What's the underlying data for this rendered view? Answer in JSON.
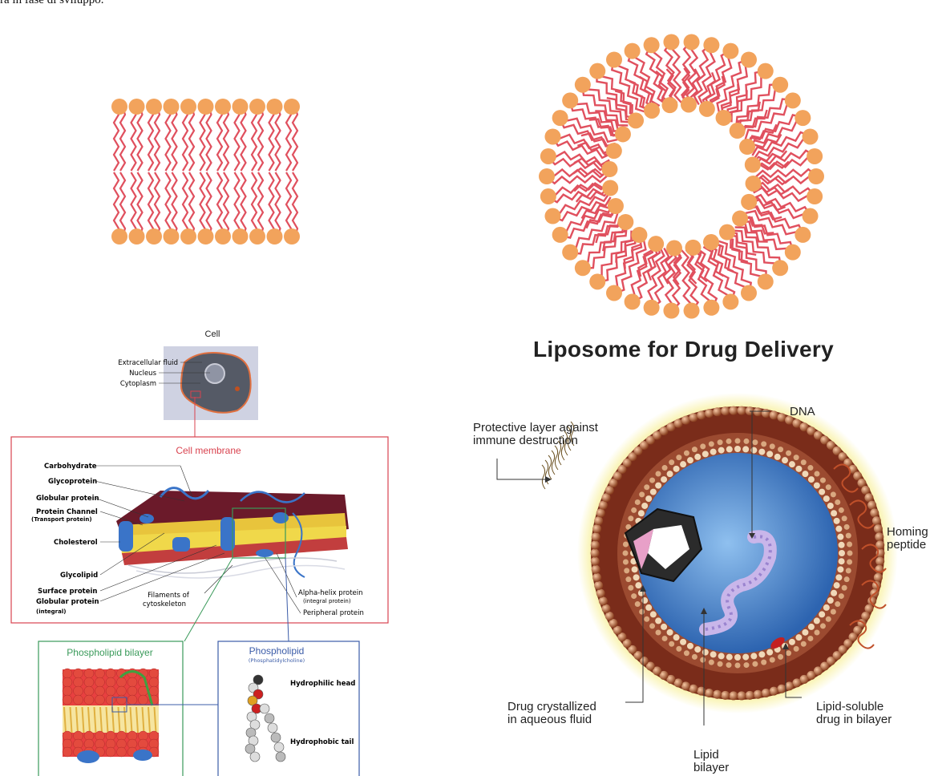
{
  "caption": "ra in fase di sviluppo.",
  "liposome": {
    "title": "Liposome for Drug Delivery",
    "labels": {
      "protective": "Protective layer against\nimmune destruction",
      "dna": "DNA",
      "homing": "Homing\npeptide",
      "drug_crystal": "Drug crystallized\nin aqueous fluid",
      "lipid_bilayer": "Lipid\nbilayer",
      "lipid_soluble": "Lipid-soluble\ndrug in bilayer"
    }
  },
  "cell_diagram": {
    "cell_title": "Cell",
    "cell_labels": [
      "Extracellular fluid",
      "Nucleus",
      "Cytoplasm"
    ],
    "membrane_title": "Cell membrane",
    "left_labels": [
      "Carbohydrate",
      "Glycoprotein",
      "Globular protein",
      "Protein Channel",
      "(Transport protein)",
      "Cholesterol",
      "Glycolipid",
      "Surface protein",
      "Globular protein",
      "(integral)"
    ],
    "bottom_labels": [
      "Filaments of",
      "cytoskeleton"
    ],
    "right_labels": [
      "Alpha-helix protein",
      "(integral protein)",
      "Peripheral protein"
    ],
    "bilayer_box_title": "Phospholipid bilayer",
    "phospholipid_title": "Phospholipid",
    "phospholipid_subtitle": "(Phosphatidylcholine)",
    "head_label": "Hydrophilic head",
    "tail_label": "Hydrophobic tail"
  },
  "colors": {
    "head": "#f2a35c",
    "tail": "#e0505e",
    "membrane_box": "#d9434f",
    "bilayer_box": "#3a9a5a",
    "phospholipid_box": "#3b5ca8",
    "liposome_shell": "#8a3320",
    "liposome_core": "#4a86c8",
    "halo": "#f4e86a"
  }
}
